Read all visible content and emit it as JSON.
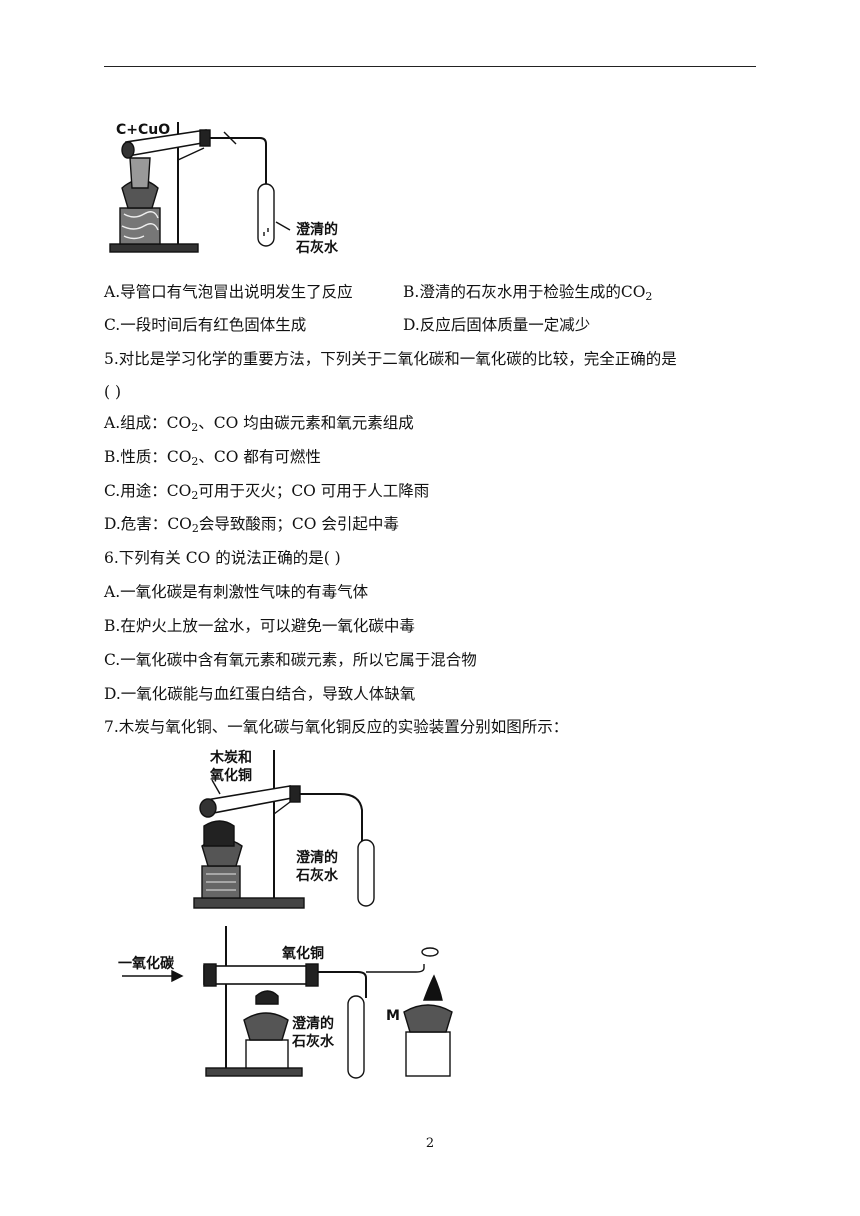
{
  "figure1": {
    "reactant_label": "C+CuO",
    "limewater_label_1": "澄清的",
    "limewater_label_2": "石灰水"
  },
  "q4": {
    "optA": "A.导管口有气泡冒出说明发生了反应",
    "optB_pre": "B.澄清的石灰水用于检验生成的",
    "co": "CO",
    "two": "2",
    "optC": "C.一段时间后有红色固体生成",
    "optD": "D.反应后固体质量一定减少"
  },
  "q5": {
    "stem": "5.对比是学习化学的重要方法，下列关于二氧化碳和一氧化碳的比较，完全正确的是",
    "paren": "(   )",
    "optA_pre": "A.组成：",
    "optA_post": "、CO 均由碳元素和氧元素组成",
    "optB_pre": "B.性质：",
    "optB_post": "、CO 都有可燃性",
    "optC_pre": "C.用途：",
    "optC_post": "可用于灭火；CO 可用于人工降雨",
    "optD_pre": "D.危害：",
    "optD_post": "会导致酸雨；CO 会引起中毒"
  },
  "q6": {
    "stem": "6.下列有关 CO 的说法正确的是(   )",
    "optA": "A.一氧化碳是有刺激性气味的有毒气体",
    "optB": "B.在炉火上放一盆水，可以避免一氧化碳中毒",
    "optC": "C.一氧化碳中含有氧元素和碳元素，所以它属于混合物",
    "optD": "D.一氧化碳能与血红蛋白结合，导致人体缺氧"
  },
  "q7": {
    "stem": "7.木炭与氧化铜、一氧化碳与氧化铜反应的实验装置分别如图所示："
  },
  "figure2": {
    "label_1": "木炭和",
    "label_2": "氧化铜",
    "limewater_label_1": "澄清的",
    "limewater_label_2": "石灰水"
  },
  "figure3": {
    "inlet_label": "一氧化碳",
    "cuo_label": "氧化铜",
    "limewater_label_1": "澄清的",
    "limewater_label_2": "石灰水",
    "lamp_label": "M"
  },
  "page": {
    "number": "2"
  }
}
